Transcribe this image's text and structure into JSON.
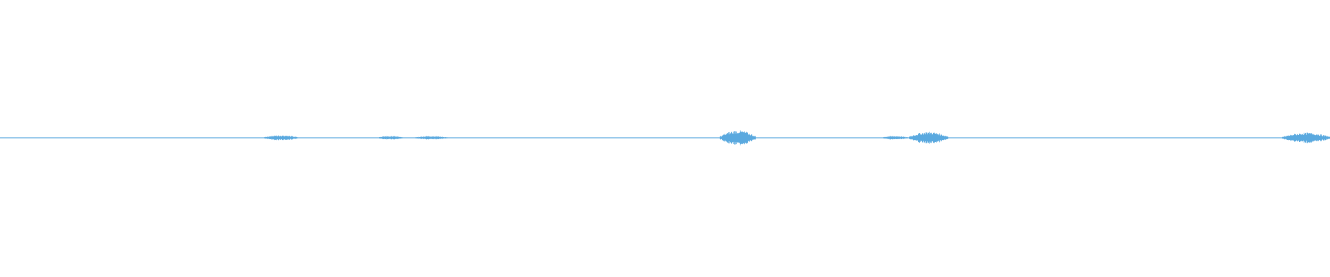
{
  "waveform": {
    "wave_color": "#5aa9df",
    "background_color": "#ffffff",
    "duration_fraction_segments": [
      {
        "start": 0.0,
        "end": 0.198,
        "amplitude": 0.01
      },
      {
        "start": 0.198,
        "end": 0.224,
        "amplitude": 0.18
      },
      {
        "start": 0.224,
        "end": 0.283,
        "amplitude": 0.02
      },
      {
        "start": 0.283,
        "end": 0.303,
        "amplitude": 0.12
      },
      {
        "start": 0.303,
        "end": 0.311,
        "amplitude": 0.03
      },
      {
        "start": 0.311,
        "end": 0.337,
        "amplitude": 0.12
      },
      {
        "start": 0.337,
        "end": 0.541,
        "amplitude": 0.01
      },
      {
        "start": 0.541,
        "end": 0.568,
        "amplitude": 0.5
      },
      {
        "start": 0.568,
        "end": 0.662,
        "amplitude": 0.02
      },
      {
        "start": 0.662,
        "end": 0.683,
        "amplitude": 0.12
      },
      {
        "start": 0.683,
        "end": 0.713,
        "amplitude": 0.4
      },
      {
        "start": 0.713,
        "end": 0.964,
        "amplitude": 0.03
      },
      {
        "start": 0.964,
        "end": 1.0,
        "amplitude": 0.34
      }
    ]
  }
}
